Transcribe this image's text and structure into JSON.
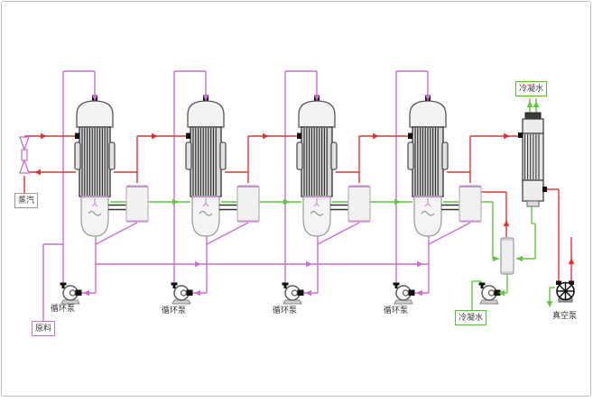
{
  "diagram": {
    "labels": {
      "steam_box": "蒸汽",
      "feed_box": "原料",
      "condensate_top_box": "冷凝水",
      "condensate_bottom_box": "冷凝水",
      "vacuum_pump": "真空泵",
      "circulation_pumps": [
        "循环泵",
        "循环泵",
        "循环泵",
        "循环泵"
      ]
    },
    "colors": {
      "steam_vapor_line": "#e53030",
      "liquor_line": "#cc6ecc",
      "condensate_line": "#5cc938",
      "equipment_outline": "#555555",
      "tube_dark": "#2b2b2b",
      "separator_edge": "#cc8fd0",
      "nozzle_black": "#111111"
    },
    "equipment_icons": [
      "steam-control-valve-icon",
      "evaporator-effect-1-icon",
      "evaporator-effect-2-icon",
      "evaporator-effect-3-icon",
      "evaporator-effect-4-icon",
      "vapor-separator-1-icon",
      "vapor-separator-2-icon",
      "vapor-separator-3-icon",
      "vapor-separator-4-icon",
      "circulation-pump-1-icon",
      "circulation-pump-2-icon",
      "circulation-pump-3-icon",
      "circulation-pump-4-icon",
      "surface-condenser-icon",
      "flash-tank-icon",
      "condensate-pump-icon",
      "vacuum-pump-icon"
    ]
  }
}
